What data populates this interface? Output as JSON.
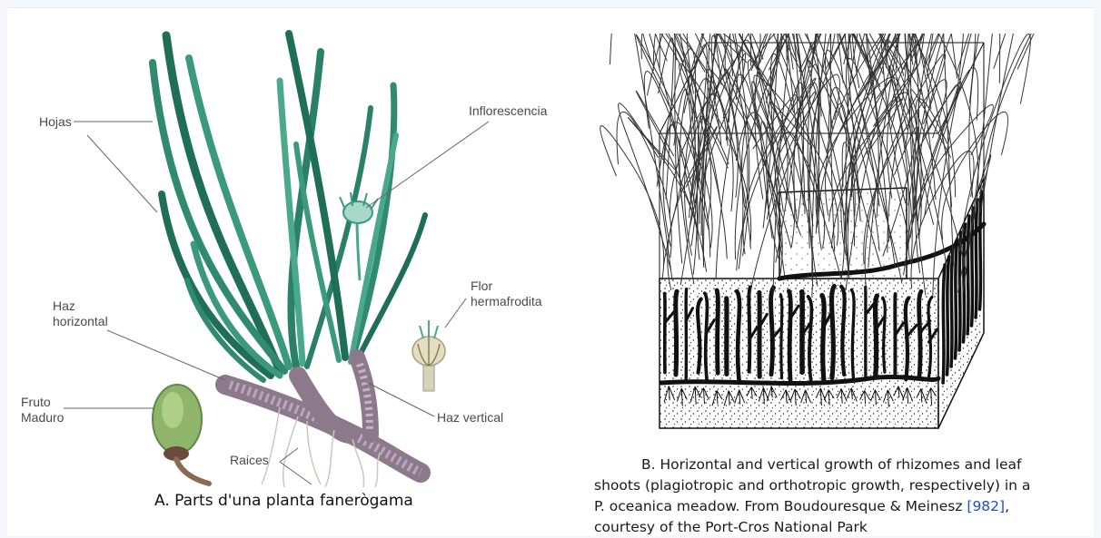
{
  "figure_a": {
    "labels": {
      "hojas": "Hojas",
      "inflorescencia": "Inflorescencia",
      "flor": "Flor\nhermafrodita",
      "haz_horizontal": "Haz\nhorizontal",
      "fruto": "Fruto\nMaduro",
      "haz_vertical": "Haz vertical",
      "raices": "Raices"
    },
    "caption": "A. Parts d'una planta fanerògama"
  },
  "figure_b": {
    "caption_line1": "B. Horizontal and vertical growth of rhizomes and leaf",
    "caption_line2": "shoots (plagiotropic and orthotropic growth, respectively) in a",
    "caption_line3_pre": "P. oceanica meadow. From Boudouresque & Meinesz ",
    "caption_line3_ref": "[982]",
    "caption_line3_post": ",",
    "caption_line4": "courtesy of the Port-Cros National Park"
  },
  "colors": {
    "leaf_dark": "#1f6e58",
    "leaf_light": "#4aa88c",
    "rhizome": "#8c7a8c",
    "fruit": "#8fb56a",
    "ink": "#111111",
    "link": "#1a4fc8"
  }
}
